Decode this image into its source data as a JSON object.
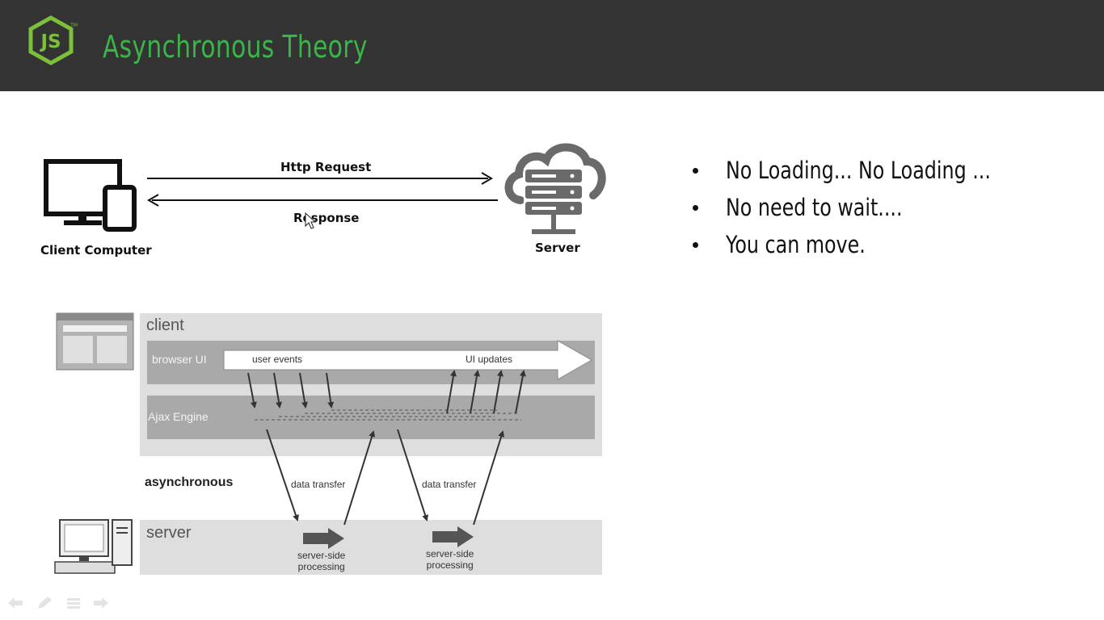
{
  "slide": {
    "title": "Asynchronous Theory",
    "logo_text": "JS",
    "logo_tm": "TM"
  },
  "top_diagram": {
    "client_label": "Client Computer",
    "server_label": "Server",
    "request_label": "Http Request",
    "response_label": "Response"
  },
  "bullets": [
    "No Loading... No Loading ...",
    "No need to wait....",
    "You can move."
  ],
  "ajax_diagram": {
    "client_label": "client",
    "browser_ui_label": "browser UI",
    "user_events_label": "user events",
    "ui_updates_label": "UI updates",
    "ajax_engine_label": "Ajax Engine",
    "async_label": "asynchronous",
    "data_transfer_1": "data transfer",
    "data_transfer_2": "data transfer",
    "server_label": "server",
    "processing_1": [
      "server-side",
      "processing"
    ],
    "processing_2": [
      "server-side",
      "processing"
    ]
  },
  "controls": [
    "previous-icon",
    "pen-icon",
    "menu-icon",
    "next-icon"
  ],
  "colors": {
    "header_bg": "#333333",
    "accent": "#3bb54a"
  }
}
